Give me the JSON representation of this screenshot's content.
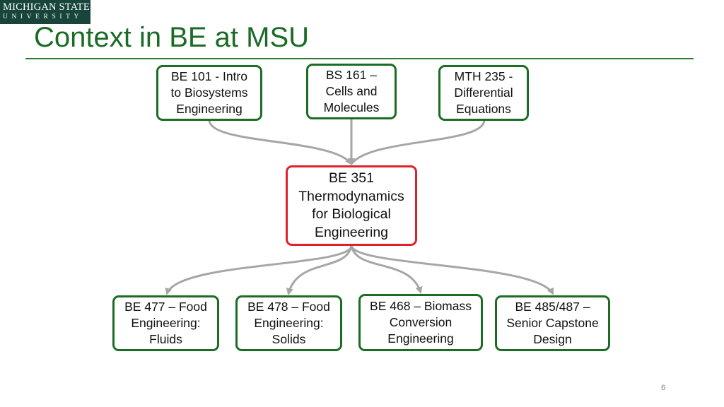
{
  "logo": {
    "line1": "MICHIGAN STATE",
    "line2": "UNIVERSITY"
  },
  "title": "Context in BE at MSU",
  "prerequisites": [
    {
      "label": "BE 101 - Intro\nto Biosystems\nEngineering"
    },
    {
      "label": "BS 161 –\nCells and\nMolecules"
    },
    {
      "label": "MTH 235 -\nDifferential\nEquations"
    }
  ],
  "center": {
    "label": "BE 351\nThermodynamics\nfor Biological\nEngineering"
  },
  "followups": [
    {
      "label": "BE 477 – Food\nEngineering:\nFluids"
    },
    {
      "label": "BE 478 – Food\nEngineering:\nSolids"
    },
    {
      "label": "BE 468 – Biomass\nConversion\nEngineering"
    },
    {
      "label": "BE 485/487 –\nSenior Capstone\nDesign"
    }
  ],
  "colors": {
    "box_border": "#1b6d23",
    "center_border": "#e0202a",
    "arrow": "#a6a6a6",
    "title": "#1a6b26",
    "brand": "#18453b"
  },
  "page_number": "6"
}
